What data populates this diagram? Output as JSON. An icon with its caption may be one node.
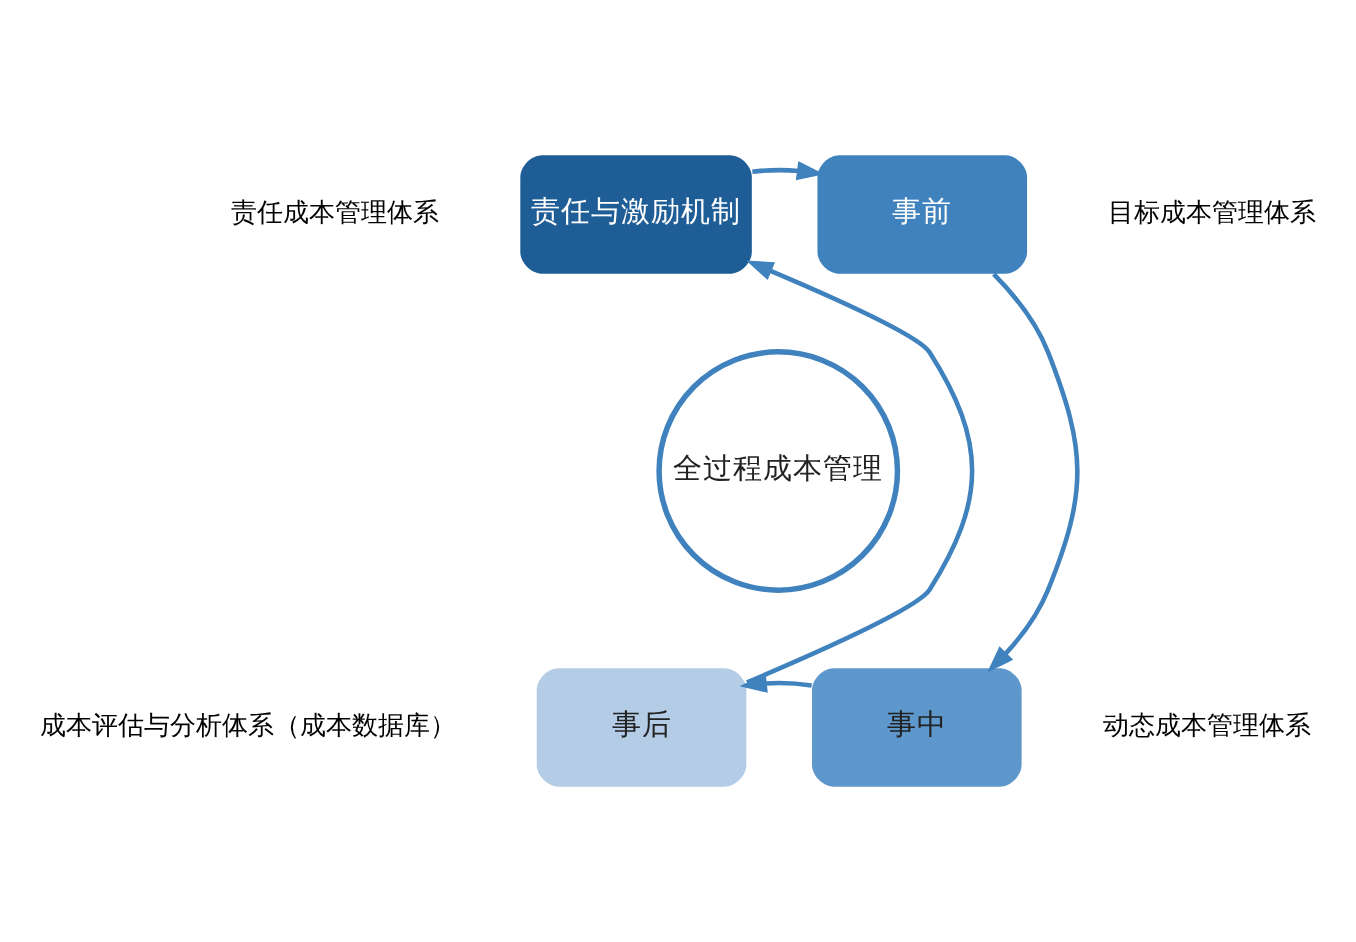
{
  "diagram": {
    "nodes": [
      {
        "text": [
          "责任与激励机制"
        ],
        "beside": [
          "责任成本管理体系"
        ]
      },
      {
        "text": [
          "事前"
        ],
        "beside": [
          "目标成本管理体系"
        ]
      },
      {
        "text": [
          "全过程成本管理"
        ]
      },
      {
        "text": [
          "事后"
        ],
        "beside": [
          "成本评估与分析体系（成本数据库）"
        ]
      },
      {
        "text": [
          "事中"
        ],
        "beside": [
          "动态成本管理体系"
        ]
      }
    ],
    "edges": [
      {
        "from": 0,
        "to": 1,
        "arrow": "to"
      },
      {
        "from": 1,
        "to": 4,
        "arrow": "to"
      },
      {
        "from": 4,
        "to": 3,
        "arrow": "to"
      },
      {
        "from": 3,
        "to": 0,
        "arrow": "to"
      }
    ]
  }
}
